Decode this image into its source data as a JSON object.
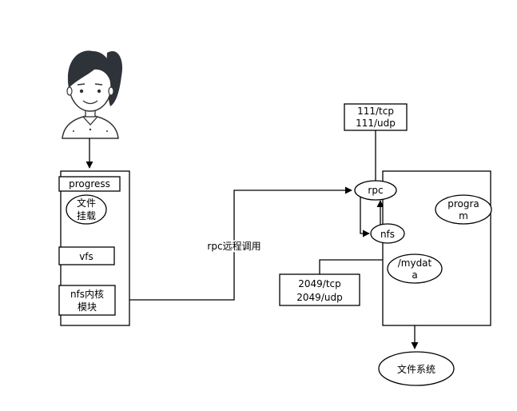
{
  "nodes": {
    "progress": "progress",
    "file_mount_1": "文件",
    "file_mount_2": "挂载",
    "vfs": "vfs",
    "nfs_kernel_1": "nfs内核",
    "nfs_kernel_2": "模块",
    "rpc_label": "rpc远程调用",
    "port_111_tcp": "111/tcp",
    "port_111_udp": "111/udp",
    "rpc": "rpc",
    "nfs": "nfs",
    "program_1": "progra",
    "program_2": "m",
    "mydata_1": "/mydat",
    "mydata_2": "a",
    "port_2049_tcp": "2049/tcp",
    "port_2049_udp": "2049/udp",
    "filesystem": "文件系统"
  }
}
